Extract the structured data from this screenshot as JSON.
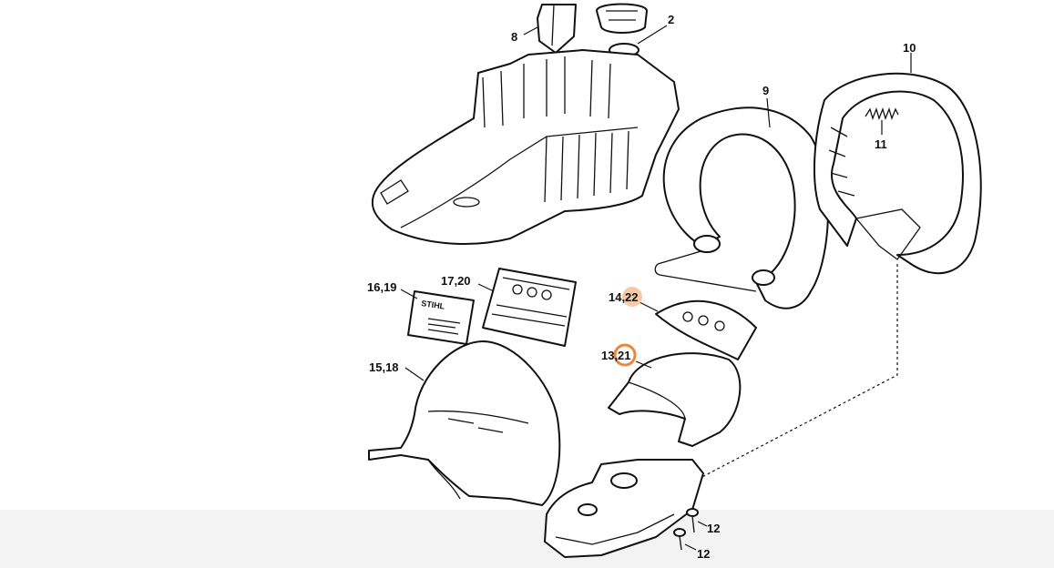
{
  "callouts": {
    "c8": "8",
    "c2": "2",
    "c10": "10",
    "c9": "9",
    "c11": "11",
    "c16_19": "16,19",
    "c17_20": "17,20",
    "c14_prefix": "14,",
    "c14_hl": "22",
    "c13_prefix": "13,",
    "c13_hl": "21",
    "c15_18": "15,18",
    "c12a": "12",
    "c12b": "12"
  },
  "decal": {
    "brand": "STIHL"
  },
  "colors": {
    "highlight_strong": "#f0843c",
    "highlight_soft": "#f7c9a4",
    "line": "#111111"
  }
}
